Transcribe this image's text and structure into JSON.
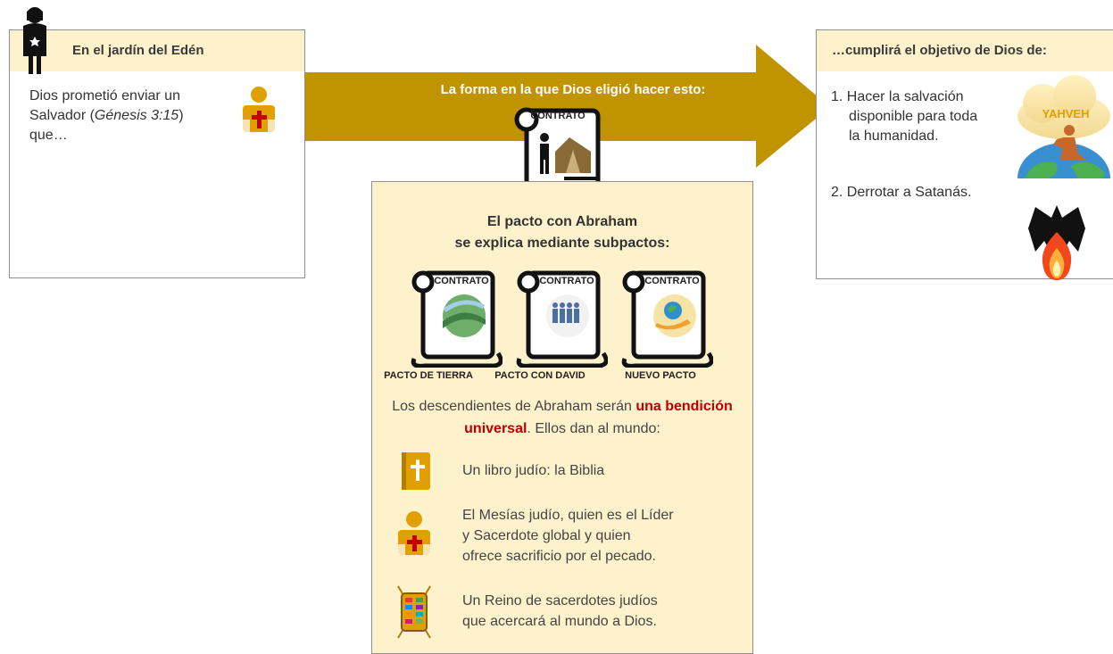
{
  "eden": {
    "title": "En el jardín del Edén",
    "line1": "Dios prometió enviar un",
    "line2_a": "Salvador (",
    "line2_ref": "Génesis 3:15",
    "line2_b": ")",
    "line3": "que…"
  },
  "arrow": {
    "label": "La forma en la que Dios eligió hacer esto:",
    "contract_label": "CONTRATO"
  },
  "covenant": {
    "title_line1": "El pacto con Abraham",
    "title_line2": "se explica mediante subpactos:",
    "subpacts": [
      {
        "contract": "CONTRATO",
        "label": "PACTO DE TIERRA"
      },
      {
        "contract": "CONTRATO",
        "label": "PACTO CON DAVID"
      },
      {
        "contract": "CONTRATO",
        "label": "NUEVO PACTO"
      }
    ],
    "blessing_a": "Los descendientes de Abraham serán ",
    "blessing_highlight": "una bendición universal",
    "blessing_b": ". Ellos dan al mundo:",
    "items": [
      {
        "lines": [
          "Un libro judío: la Biblia"
        ]
      },
      {
        "lines": [
          "El Mesías judío, quien es el Líder",
          "y Sacerdote global y quien",
          "ofrece sacrificio por el pecado."
        ]
      },
      {
        "lines": [
          "Un Reino de sacerdotes judíos",
          "que acercará al mundo a Dios."
        ]
      }
    ]
  },
  "goal": {
    "title": "…cumplirá el objetivo de Dios de:",
    "item1_lines": [
      "1. Hacer la salvación",
      "disponible para  toda",
      "la humanidad."
    ],
    "item2": "2. Derrotar a Satanás.",
    "cloud_label": "YAHVEH"
  },
  "colors": {
    "gold": "#c09400",
    "cream": "#fdf2cc",
    "icon_gold": "#e0a100",
    "red_text": "#c00000"
  }
}
